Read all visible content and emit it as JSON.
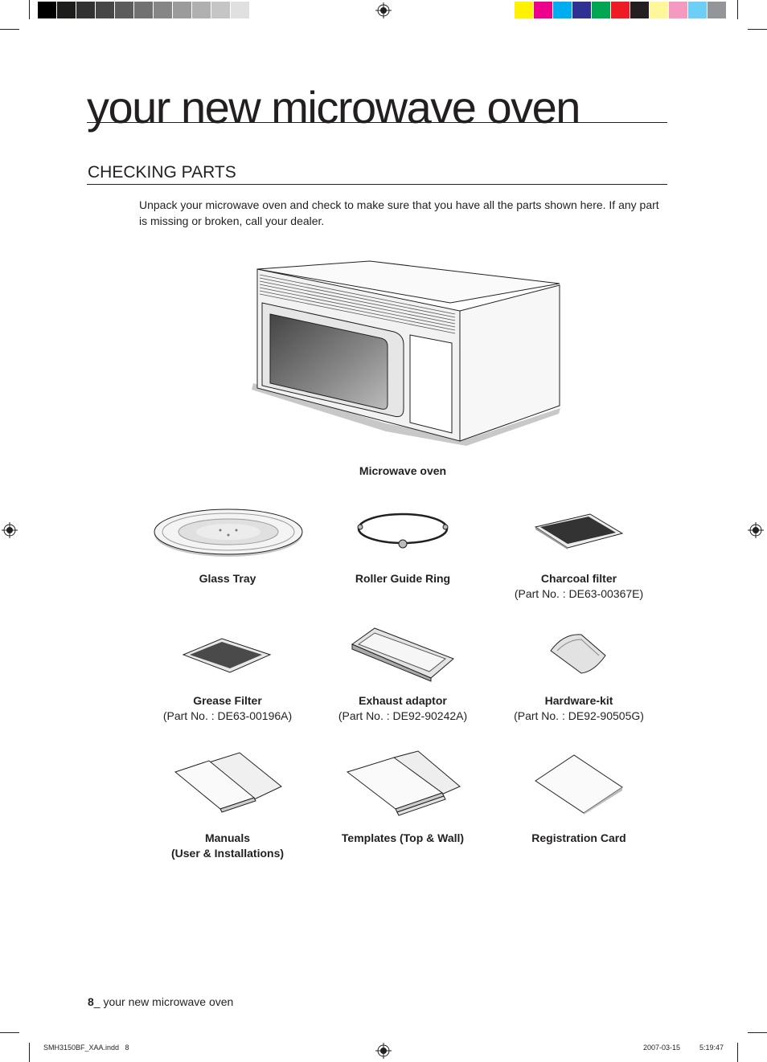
{
  "page": {
    "title": "your new microwave oven",
    "section_heading": "CHECKING PARTS",
    "intro": "Unpack your microwave oven and check to make sure that you have all the parts shown here. If any part is missing or broken, call your dealer."
  },
  "parts": {
    "microwave": {
      "name": "Microwave oven"
    },
    "glass_tray": {
      "name": "Glass Tray"
    },
    "roller_ring": {
      "name": "Roller Guide Ring"
    },
    "charcoal_filter": {
      "name": "Charcoal filter",
      "part_no": "(Part No. : DE63-00367E)"
    },
    "grease_filter": {
      "name": "Grease Filter",
      "part_no": "(Part No. : DE63-00196A)"
    },
    "exhaust_adaptor": {
      "name": "Exhaust adaptor",
      "part_no": "(Part No. : DE92-90242A)"
    },
    "hardware_kit": {
      "name": "Hardware-kit",
      "part_no": "(Part No. : DE92-90505G)"
    },
    "manuals": {
      "name": "Manuals",
      "sub": "(User & Installations)"
    },
    "templates": {
      "name": "Templates (Top & Wall)"
    },
    "registration_card": {
      "name": "Registration Card"
    }
  },
  "footer": {
    "page_number": "8",
    "page_label": "_ your new microwave oven",
    "file": "SMH3150BF_XAA.indd   8",
    "date": "2007-03-15",
    "time": "5:19:47"
  },
  "colors": {
    "gray_bar": [
      "#000000",
      "#1d1d1b",
      "#323232",
      "#474747",
      "#5c5c5c",
      "#717171",
      "#868686",
      "#9b9b9b",
      "#b0b0b0",
      "#c5c5c5",
      "#e0e0e0",
      "#ffffff"
    ],
    "color_bar": [
      "#fff200",
      "#ec008c",
      "#00aeef",
      "#2e3192",
      "#00a651",
      "#ed1c24",
      "#231f20",
      "#fff799",
      "#f49ac1",
      "#6dcff6",
      "#939598"
    ]
  }
}
